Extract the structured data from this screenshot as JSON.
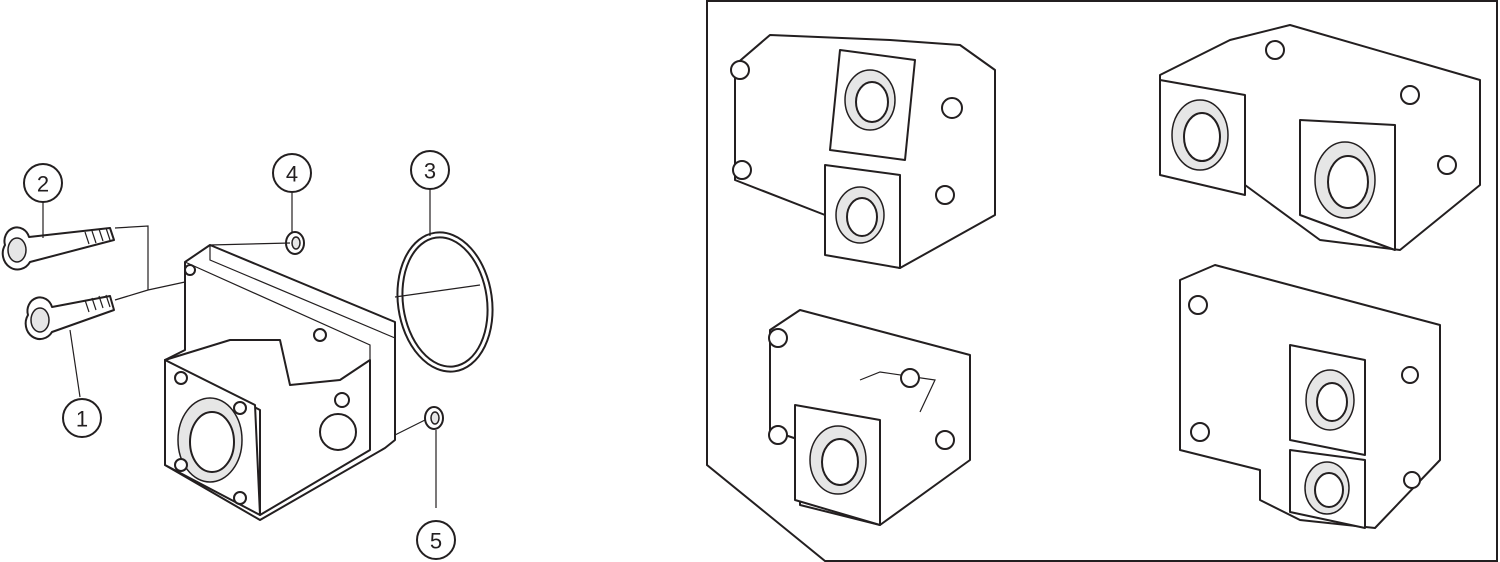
{
  "callouts": [
    {
      "label": "1"
    },
    {
      "label": "2"
    },
    {
      "label": "3"
    },
    {
      "label": "4"
    },
    {
      "label": "5"
    }
  ],
  "colors": {
    "line": "#231f20",
    "background": "#ffffff",
    "shade": "#e6e6e6"
  }
}
